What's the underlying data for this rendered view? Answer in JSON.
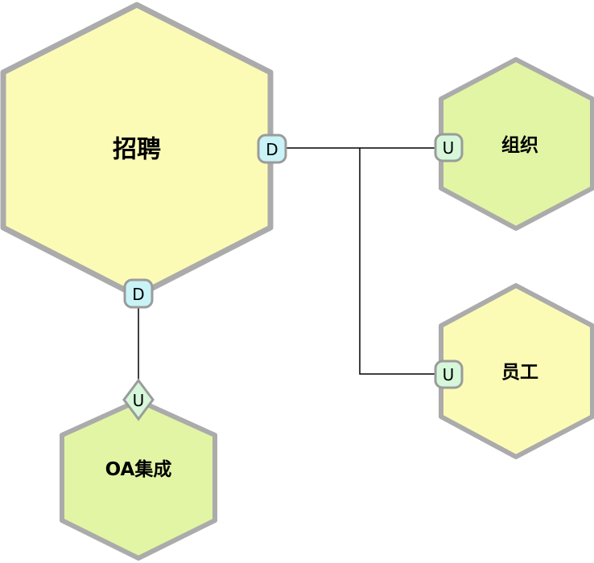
{
  "diagram": {
    "title": "hexagon-architecture-diagram",
    "nodes": {
      "recruitment": {
        "label": "招聘"
      },
      "organization": {
        "label": "组织"
      },
      "employee": {
        "label": "员工"
      },
      "oa_integration": {
        "label": "OA集成"
      }
    },
    "badge_labels": {
      "down": "D",
      "up": "U"
    },
    "colors": {
      "yellow_fill": "#fbfbb6",
      "green_fill": "#e2f5a4",
      "node_border": "#ababab",
      "d_badge_fill": "#c9f3f6",
      "u_badge_fill": "#d6f7da",
      "badge_border": "#9b9b9b",
      "connector": "#000000"
    }
  }
}
